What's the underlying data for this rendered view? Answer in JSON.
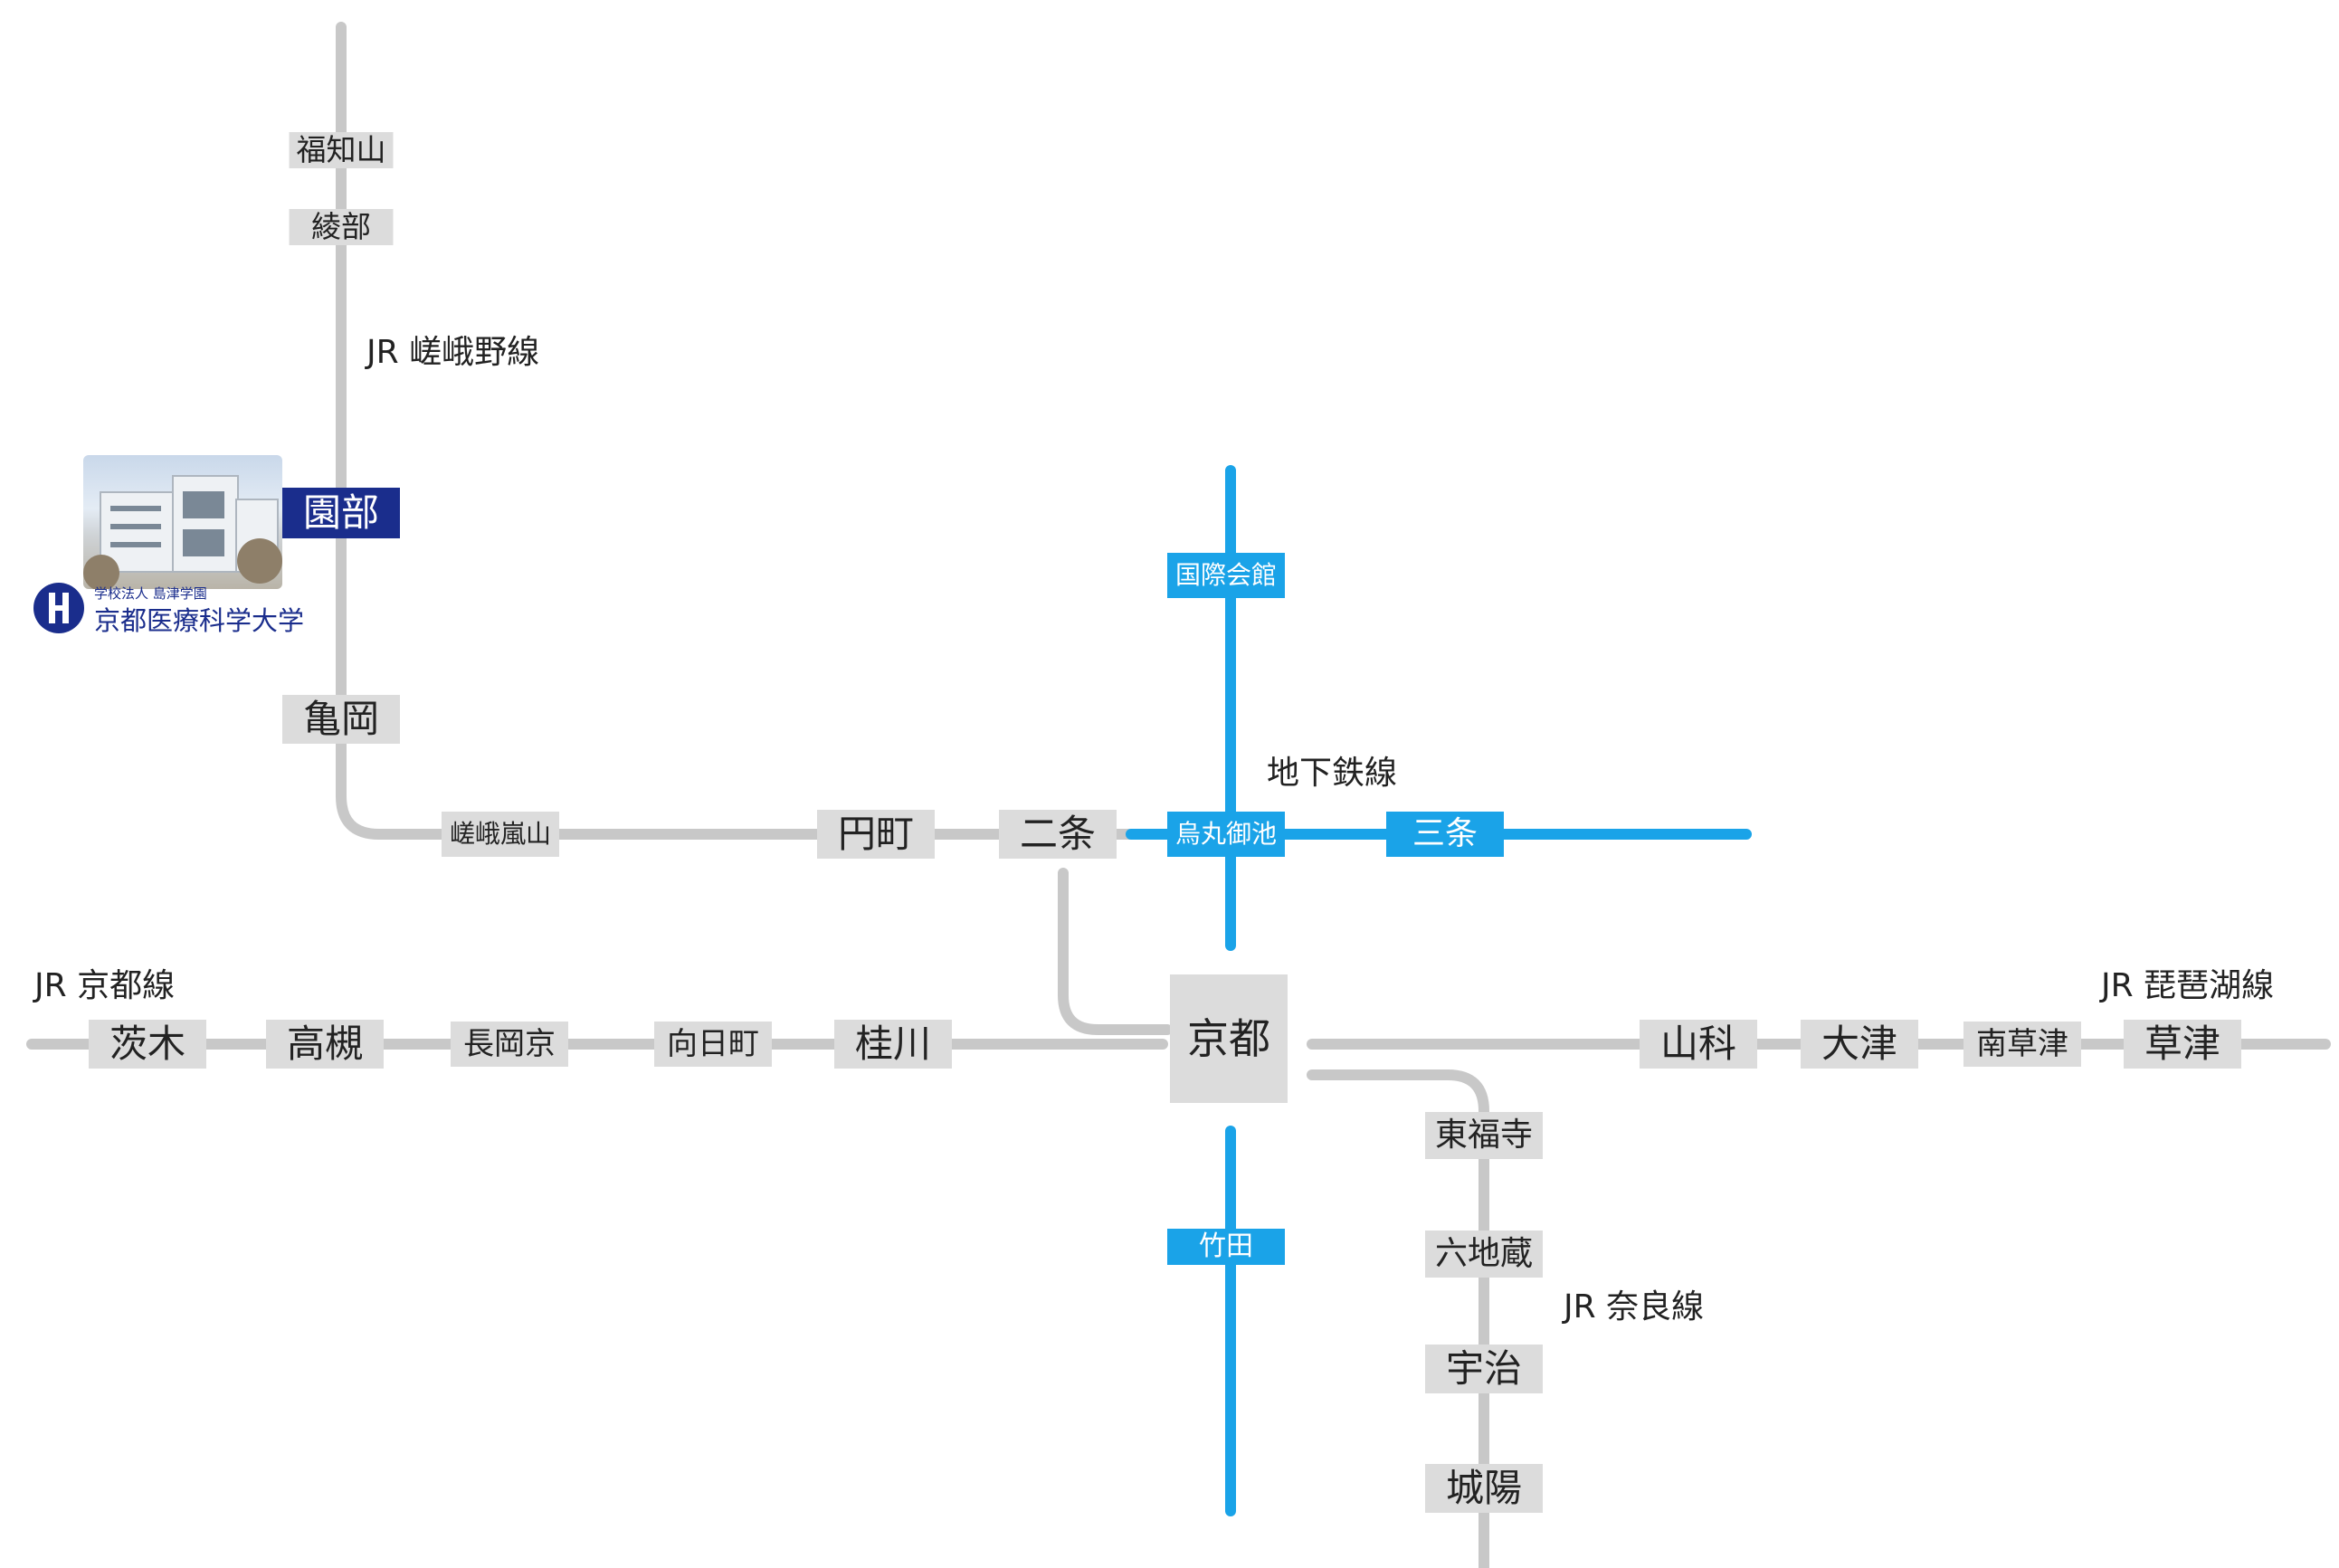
{
  "colors": {
    "jr_line": "#c8c8c8",
    "subway_line": "#1aa3e8",
    "station_bg": "#dcdcdc",
    "subway_station_bg": "#1aa3e8",
    "home_station_bg": "#1a2d8c",
    "text": "#222222"
  },
  "line_labels": {
    "sagano": "JR 嵯峨野線",
    "subway": "地下鉄線",
    "kyoto": "JR 京都線",
    "biwako": "JR 琵琶湖線",
    "nara": "JR 奈良線"
  },
  "stations": {
    "fukuchiyama": "福知山",
    "ayabe": "綾部",
    "sonobe": "園部",
    "kameoka": "亀岡",
    "sagaarashiyama": "嵯峨嵐山",
    "emmachi": "円町",
    "nijo": "二条",
    "karasumaoike": "烏丸御池",
    "sanjo": "三条",
    "kokusaikaikan": "国際会館",
    "kyoto": "京都",
    "takeda": "竹田",
    "ibaraki": "茨木",
    "takatsuki": "高槻",
    "nagaokakyo": "長岡京",
    "mukomachi": "向日町",
    "katsuragawa": "桂川",
    "yamashina": "山科",
    "otsu": "大津",
    "minamikusatsu": "南草津",
    "kusatsu": "草津",
    "tofukuji": "東福寺",
    "rokujizo": "六地蔵",
    "uji": "宇治",
    "joyo": "城陽"
  },
  "campus": {
    "corporation": "学校法人 島津学園",
    "university": "京都医療科学大学",
    "logo_icon": "university-logo-icon",
    "photo": "campus-building-photo"
  }
}
